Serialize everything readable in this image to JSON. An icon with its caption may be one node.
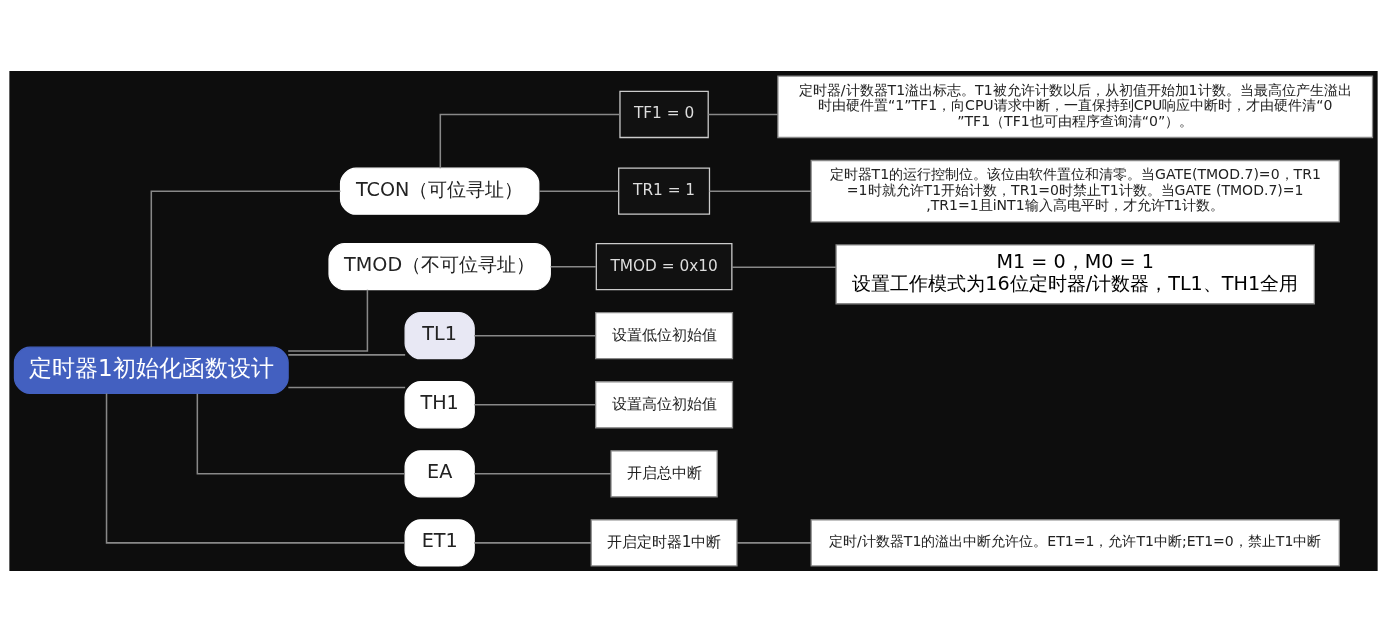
{
  "diagram": {
    "nodes": [
      {
        "text": [
          "定时器1初始化函数设计"
        ]
      },
      {
        "text": [
          "TCON（可位寻址）"
        ]
      },
      {
        "text": [
          "TF1 = 0"
        ]
      },
      {
        "text": [
          "定时器/计数器T1溢出标志。T1被允许计数以后，从初值开始加1计数。当最高位产生溢出时由硬件置“1”TF1，向CPU请求中断，一直保持到CPU响应中断时，才由硬件清“0”TF1（TF1也可由程序查询清“0”）。"
        ]
      },
      {
        "text": [
          "TR1 = 1"
        ]
      },
      {
        "text": [
          "定时器T1的运行控制位。该位由软件置位和清零。当GATE(TMOD.7)=0，TR1=1时就允许T1开始计数，TR1=0时禁止T1计数。当GATE (TMOD.7)=1,TR1=1且iNT1输入高电平时，才允许T1计数。"
        ]
      },
      {
        "text": [
          "TMOD（不可位寻址）"
        ]
      },
      {
        "text": [
          "TMOD = 0x10"
        ]
      },
      {
        "text": [
          "M1 = 0，M0 = 1",
          "设置工作模式为16位定时器/计数器，TL1、TH1全用"
        ]
      },
      {
        "text": [
          "TL1"
        ]
      },
      {
        "text": [
          "设置低位初始值"
        ]
      },
      {
        "text": [
          "TH1"
        ]
      },
      {
        "text": [
          "设置高位初始值"
        ]
      },
      {
        "text": [
          "EA"
        ]
      },
      {
        "text": [
          "开启总中断"
        ]
      },
      {
        "text": [
          "ET1"
        ]
      },
      {
        "text": [
          "开启定时器1中断"
        ]
      },
      {
        "text": [
          "定时/计数器T1的溢出中断允许位。ET1=1，允许T1中断;ET1=0，禁止T1中断"
        ]
      }
    ],
    "edges": [
      {
        "from": 0,
        "to": 1,
        "arrow": "none"
      },
      {
        "from": 1,
        "to": 2,
        "arrow": "none"
      },
      {
        "from": 2,
        "to": 3,
        "arrow": "none"
      },
      {
        "from": 1,
        "to": 4,
        "arrow": "none"
      },
      {
        "from": 4,
        "to": 5,
        "arrow": "none"
      },
      {
        "from": 0,
        "to": 6,
        "arrow": "none"
      },
      {
        "from": 6,
        "to": 7,
        "arrow": "none"
      },
      {
        "from": 7,
        "to": 8,
        "arrow": "none"
      },
      {
        "from": 0,
        "to": 9,
        "arrow": "none"
      },
      {
        "from": 9,
        "to": 10,
        "arrow": "none"
      },
      {
        "from": 0,
        "to": 11,
        "arrow": "none"
      },
      {
        "from": 11,
        "to": 12,
        "arrow": "none"
      },
      {
        "from": 0,
        "to": 13,
        "arrow": "none"
      },
      {
        "from": 13,
        "to": 14,
        "arrow": "none"
      },
      {
        "from": 0,
        "to": 15,
        "arrow": "none"
      },
      {
        "from": 15,
        "to": 16,
        "arrow": "none"
      },
      {
        "from": 16,
        "to": 17,
        "arrow": "none"
      }
    ]
  }
}
